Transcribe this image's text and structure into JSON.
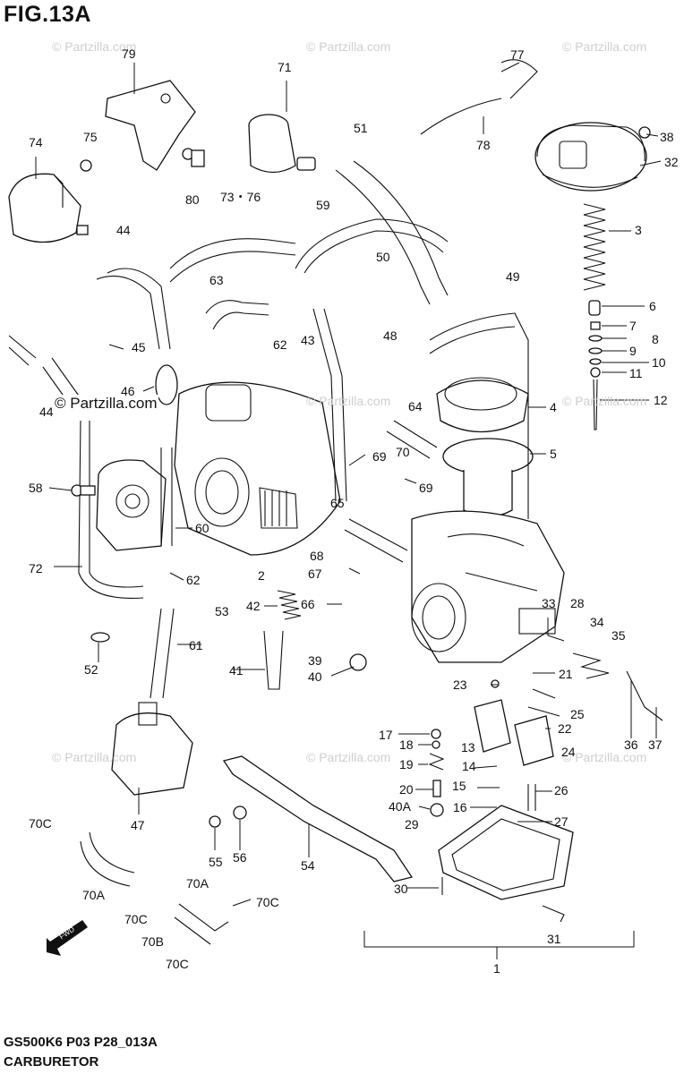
{
  "figure": {
    "title": "FIG.13A",
    "model_code": "GS500K6 P03 P28_013A",
    "name": "CARBURETOR",
    "fwd_arrow": "FWD"
  },
  "watermarks": {
    "faint": "© Partzilla.com",
    "strong": "© Partzilla.com"
  },
  "callouts": [
    "79",
    "77",
    "71",
    "51",
    "78",
    "38",
    "74",
    "75",
    "32",
    "80",
    "73・76",
    "59",
    "3",
    "44",
    "50",
    "49",
    "63",
    "6",
    "7",
    "8",
    "9",
    "10",
    "11",
    "45",
    "62",
    "43",
    "48",
    "46",
    "4",
    "12",
    "44",
    "64",
    "70",
    "69",
    "5",
    "69",
    "58",
    "65",
    "60",
    "72",
    "68",
    "62",
    "2",
    "67",
    "28",
    "33",
    "34",
    "35",
    "53",
    "42",
    "66",
    "41",
    "39",
    "40",
    "21",
    "23",
    "25",
    "22",
    "52",
    "61",
    "17",
    "13",
    "24",
    "18",
    "14",
    "19",
    "15",
    "26",
    "20",
    "16",
    "40A",
    "27",
    "29",
    "36",
    "37",
    "70C",
    "47",
    "55",
    "56",
    "54",
    "30",
    "70A",
    "70A",
    "70C",
    "70C",
    "70B",
    "70C",
    "31",
    "1"
  ]
}
